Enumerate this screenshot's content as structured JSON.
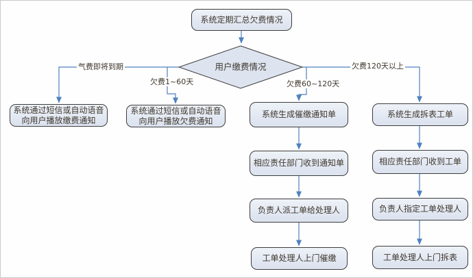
{
  "colors": {
    "node_fill": "#dde4f0",
    "node_border": "#3c3c3c",
    "connector": "#4f81bd",
    "text_color": "#3f372d",
    "background": "#fefefe"
  },
  "nodes": {
    "summarize": "系统定期汇总欠费情况",
    "decision": "用户缴费情况",
    "sms_payment_notice": "系统通过短信或自动语音向用户播放缴费通知",
    "sms_arrears_notice": "系统通过短信或自动语音向用户播放欠费通知",
    "gen_reminder_notice": "系统生成催缴通知单",
    "dept_recv_notice": "相应责任部门收到通知单",
    "leader_dispatch": "负责人派工单给处理人",
    "handler_collect": "工单处理人上门催缴",
    "gen_removal_order": "系统生成拆表工单",
    "dept_recv_order": "相应责任部门收到工单",
    "leader_assign": "负责人指定工单处理人",
    "handler_remove": "工单处理人上门拆表"
  },
  "edge_labels": {
    "due_soon": "气费即将到期",
    "arrears_1_60": "欠费1~60天",
    "arrears_60_120": "欠费60~120天",
    "arrears_120_plus": "欠费120天以上"
  }
}
